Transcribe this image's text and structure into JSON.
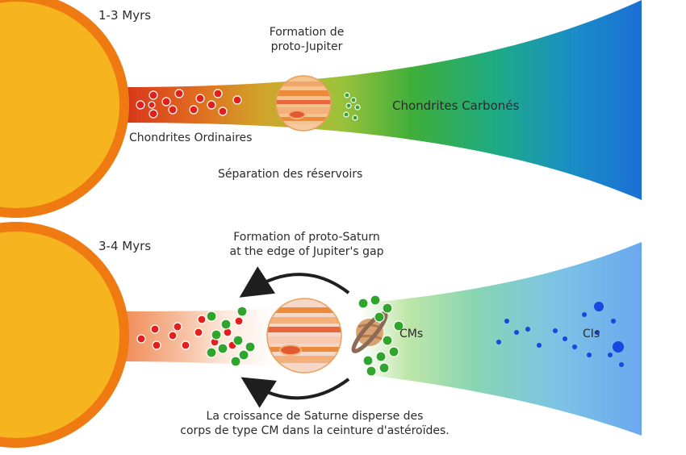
{
  "panel_top": {
    "time_label": "1-3 Myrs",
    "formation_label_line1": "Formation de",
    "formation_label_line2": "proto-Jupiter",
    "ordinary_label": "Chondrites Ordinaires",
    "carbonaceous_label": "Chondrites Carbonés",
    "separation_label": "Séparation des réservoirs"
  },
  "panel_bottom": {
    "time_label": "3-4 Myrs",
    "formation_label_line1": "Formation of proto-Saturn",
    "formation_label_line2": "at the edge of Jupiter's gap",
    "cm_label": "CMs",
    "ci_label": "CIs",
    "caption_line1": "La croissance de Saturne disperse des",
    "caption_line2": "corps de type CM dans la ceinture d'astéroïdes."
  },
  "colors": {
    "sun": "#f6b51e",
    "sun_rim": "#f07a12",
    "ordinary_particles": "#e0201c",
    "carbonaceous_particles": "#2fa52c",
    "ci_particles": "#1747e0",
    "disk_blue": "#1b6fd6",
    "disk_green": "#3fae3a"
  }
}
